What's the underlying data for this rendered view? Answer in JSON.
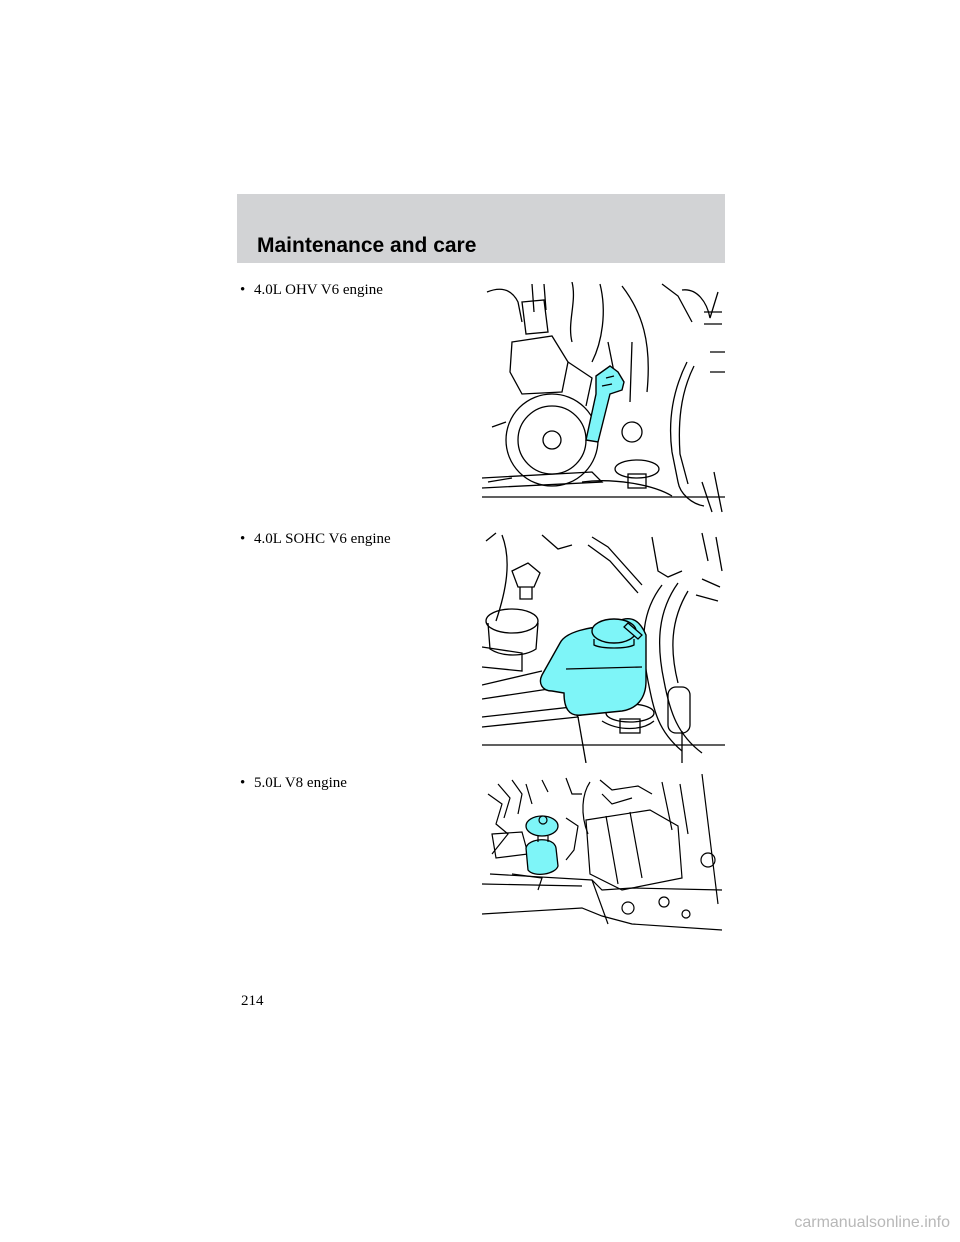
{
  "header": {
    "section_title": "Maintenance and care"
  },
  "items": [
    {
      "bullet": "•",
      "label": "4.0L OHV V6 engine"
    },
    {
      "bullet": "•",
      "label": "4.0L SOHC V6 engine"
    },
    {
      "bullet": "•",
      "label": "5.0L V8 engine"
    }
  ],
  "page_number": "214",
  "watermark": "carmanualsonline.info",
  "colors": {
    "header_band": "#d2d3d5",
    "highlight": "#7ef5f8",
    "line_art": "#000000"
  }
}
